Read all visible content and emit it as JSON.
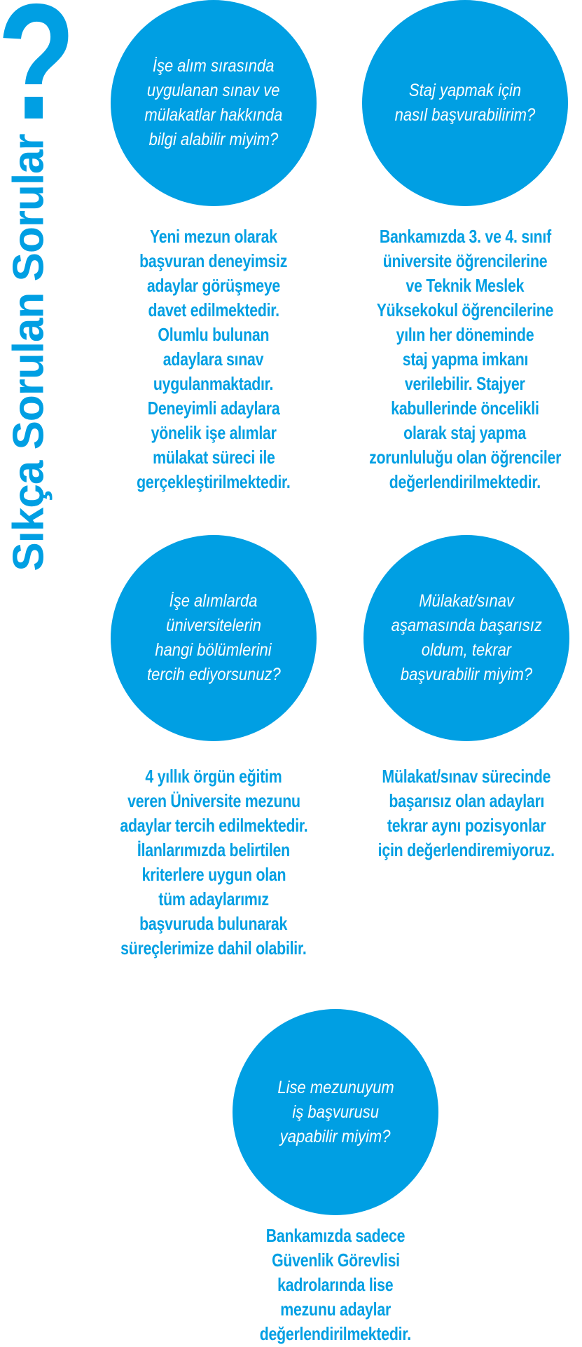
{
  "title": "Sıkça Sorulan Sorular",
  "title_mark": "?",
  "accent_color": "#009fe3",
  "faq": [
    {
      "question": [
        "İşe alım sırasında",
        "uygulanan sınav ve",
        "mülakatlar hakkında",
        "bilgi alabilir miyim?"
      ],
      "answer": [
        "Yeni mezun olarak",
        "başvuran deneyimsiz",
        "adaylar görüşmeye",
        "davet edilmektedir.",
        "Olumlu bulunan",
        "adaylara sınav",
        "uygulanmaktadır.",
        "Deneyimli adaylara",
        "yönelik işe alımlar",
        "mülakat süreci ile",
        "gerçekleştirilmektedir."
      ]
    },
    {
      "question": [
        "Staj yapmak için",
        "nasıl başvurabilirim?"
      ],
      "answer": [
        "Bankamızda 3. ve 4. sınıf",
        "üniversite öğrencilerine",
        "ve Teknik Meslek",
        "Yüksekokul öğrencilerine",
        "yılın her döneminde",
        "staj yapma imkanı",
        "verilebilir. Stajyer",
        "kabullerinde öncelikli",
        "olarak staj yapma",
        "zorunluluğu olan öğrenciler",
        "değerlendirilmektedir."
      ]
    },
    {
      "question": [
        "İşe alımlarda",
        "üniversitelerin",
        "hangi bölümlerini",
        "tercih ediyorsunuz?"
      ],
      "answer": [
        "4 yıllık örgün eğitim",
        "veren Üniversite mezunu",
        "adaylar tercih edilmektedir.",
        "İlanlarımızda belirtilen",
        "kriterlere uygun olan",
        "tüm adaylarımız",
        "başvuruda bulunarak",
        "süreçlerimize dahil olabilir."
      ]
    },
    {
      "question": [
        "Mülakat/sınav",
        "aşamasında başarısız",
        "oldum, tekrar",
        "başvurabilir miyim?"
      ],
      "answer": [
        "Mülakat/sınav sürecinde",
        "başarısız olan adayları",
        "tekrar aynı pozisyonlar",
        "için değerlendiremiyoruz."
      ]
    },
    {
      "question": [
        "Lise mezunuyum",
        "iş başvurusu",
        "yapabilir miyim?"
      ],
      "answer": [
        "Bankamızda sadece",
        "Güvenlik Görevlisi",
        "kadrolarında lise",
        "mezunu adaylar",
        "değerlendirilmektedir."
      ]
    }
  ]
}
